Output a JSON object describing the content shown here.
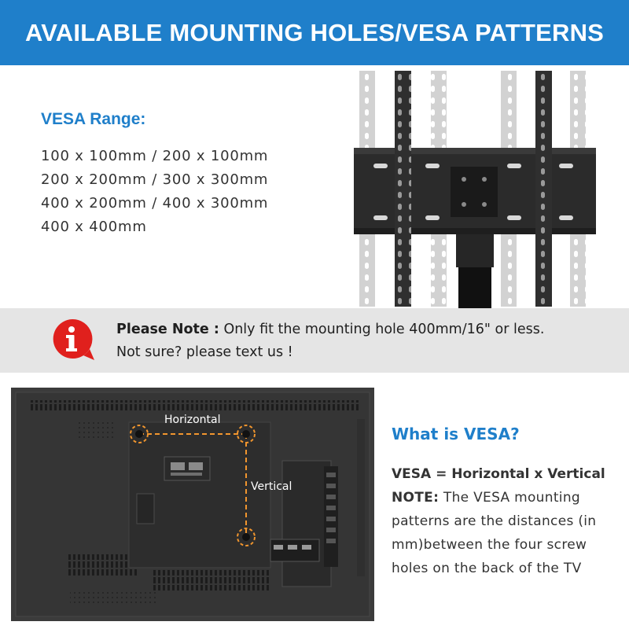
{
  "header": {
    "title": "AVAILABLE MOUNTING HOLES/VESA PATTERNS"
  },
  "vesa_range": {
    "title": "VESA Range:",
    "items": [
      "100 x 100mm / 200 x 100mm",
      "200 x 200mm / 300 x 300mm",
      "400 x 200mm / 400 x 300mm",
      "400 x 400mm"
    ]
  },
  "note": {
    "icon": "info-speech-bubble-icon",
    "label": "Please Note :",
    "line1": " Only fit the mounting hole 400mm/16\" or less.",
    "line2": "Not sure? please text us !"
  },
  "tv_diagram": {
    "horizontal_label": "Horizontal",
    "vertical_label": "Vertical"
  },
  "what_is_vesa": {
    "title": "What is VESA?",
    "formula": "VESA = Horizontal x Vertical",
    "note_label": "NOTE:",
    "note_text": " The VESA mounting patterns are the distances (in mm)between the four screw holes on the back of the TV"
  },
  "colors": {
    "accent_blue": "#1f7fca",
    "note_band": "#e5e5e5",
    "info_red": "#e0201d",
    "orange": "#f2962e"
  }
}
